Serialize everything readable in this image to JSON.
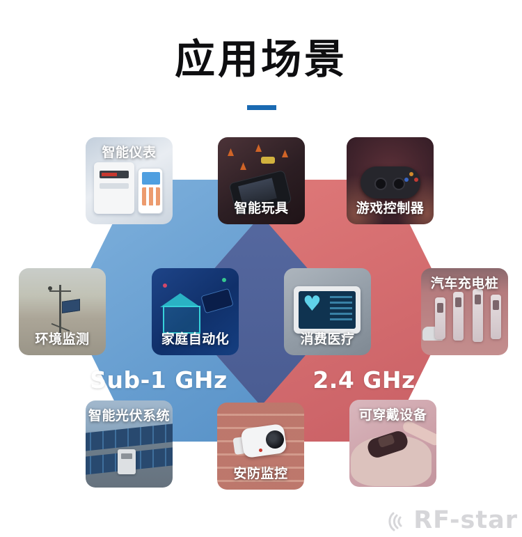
{
  "title": {
    "text": "应用场景",
    "underline_color": "#1a6ab2"
  },
  "bands": {
    "sub1": {
      "label": "Sub-1 GHz",
      "color": "#5e9ad2"
    },
    "ghz24": {
      "label": "2.4 GHz",
      "color": "#d46c6e"
    },
    "overlap_color": "#50649d"
  },
  "tiles": [
    {
      "id": "smart-meter",
      "label": "智能仪表",
      "caption_position": "top"
    },
    {
      "id": "smart-toys",
      "label": "智能玩具",
      "caption_position": "bottom"
    },
    {
      "id": "game-controller",
      "label": "游戏控制器",
      "caption_position": "bottom"
    },
    {
      "id": "environment-monitoring",
      "label": "环境监测",
      "caption_position": "bottom"
    },
    {
      "id": "home-automation",
      "label": "家庭自动化",
      "caption_position": "bottom"
    },
    {
      "id": "consumer-medical",
      "label": "消费医疗",
      "caption_position": "bottom"
    },
    {
      "id": "ev-charging",
      "label": "汽车充电桩",
      "caption_position": "top"
    },
    {
      "id": "smart-pv",
      "label": "智能光伏系统",
      "caption_position": "top"
    },
    {
      "id": "security-monitoring",
      "label": "安防监控",
      "caption_position": "bottom"
    },
    {
      "id": "wearables",
      "label": "可穿戴设备",
      "caption_position": "top"
    }
  ],
  "watermark": {
    "text": "RF-star"
  }
}
